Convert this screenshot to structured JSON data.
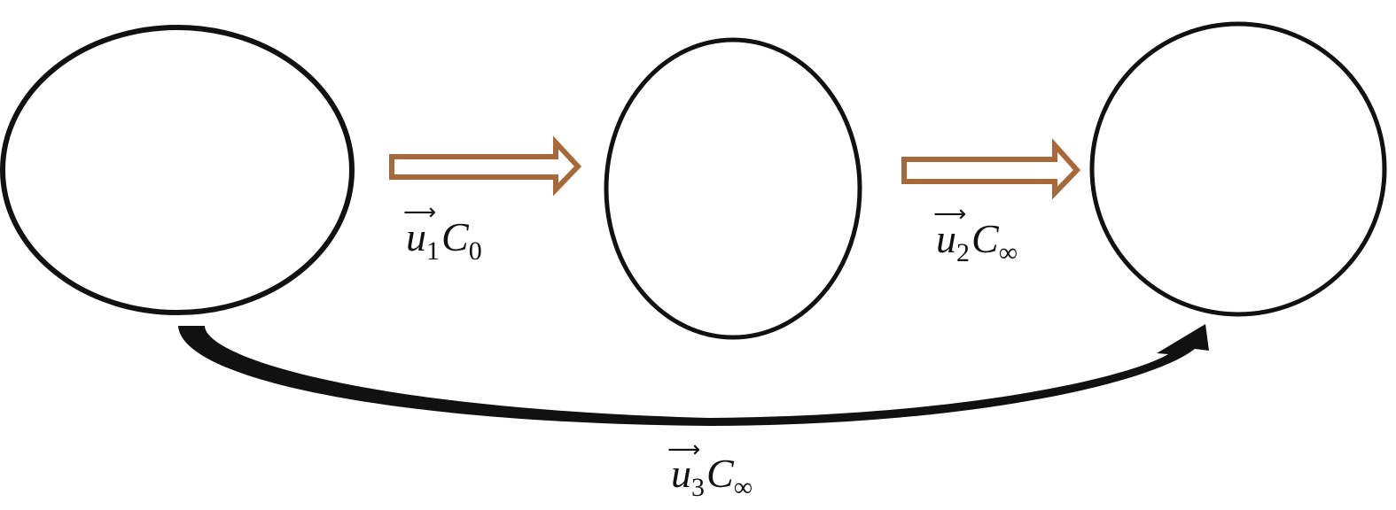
{
  "colors": {
    "stroke": "#111111",
    "arrow_outline": "#a8693a"
  },
  "states": [
    {
      "name": "state-1",
      "shape": "wide-ellipse"
    },
    {
      "name": "state-2",
      "shape": "tall-ellipse"
    },
    {
      "name": "state-3",
      "shape": "circle"
    }
  ],
  "transitions": [
    {
      "from": "state-1",
      "to": "state-2",
      "vector": "u",
      "vector_index": "1",
      "symbol": "C",
      "symbol_sub": "0"
    },
    {
      "from": "state-2",
      "to": "state-3",
      "vector": "u",
      "vector_index": "2",
      "symbol": "C",
      "symbol_sub": "∞"
    },
    {
      "from": "state-1",
      "to": "state-3",
      "vector": "u",
      "vector_index": "3",
      "symbol": "C",
      "symbol_sub": "∞"
    }
  ]
}
